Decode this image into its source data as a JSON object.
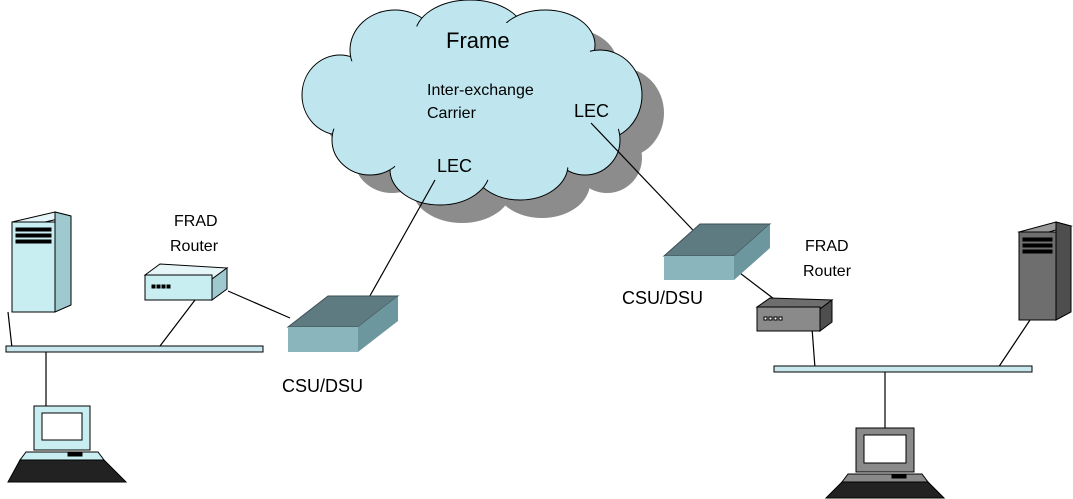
{
  "cloud": {
    "title": "Frame",
    "carrier_line1": "Inter-exchange",
    "carrier_line2": "Carrier",
    "lec_left": "LEC",
    "lec_right": "LEC"
  },
  "left_site": {
    "frad_line1": "FRAD",
    "frad_line2": "Router",
    "csu_label": "CSU/DSU"
  },
  "right_site": {
    "frad_line1": "FRAD",
    "frad_line2": "Router",
    "csu_label": "CSU/DSU"
  },
  "colors": {
    "cloud_fill": "#bfe6ee",
    "cloud_shadow": "#8c8c8c",
    "device_teal": "#c9eef2",
    "csu_top": "#5f7b82",
    "csu_front": "#8ab5bd",
    "server_dark": "#6e6e6e",
    "bus": "#c8e8ee"
  }
}
